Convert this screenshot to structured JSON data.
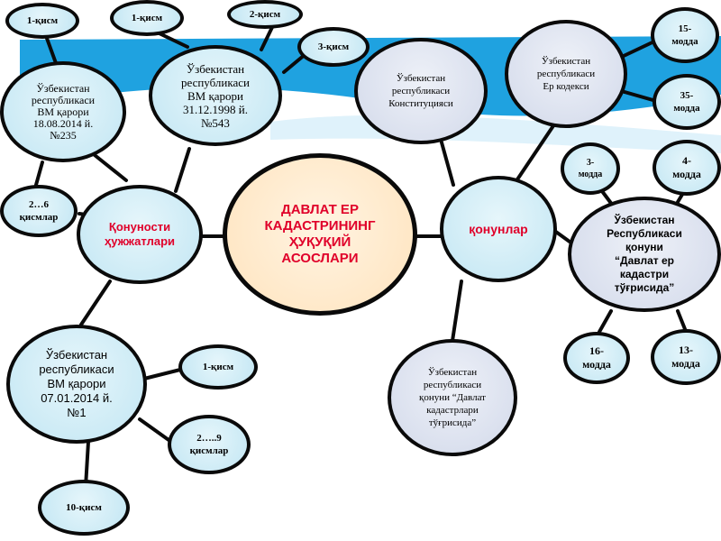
{
  "center": {
    "text": "ДАВЛАТ ЕР\nКАДАСТРИНИНГ\nҲУҚУҚИЙ\nАСОСЛАРИ"
  },
  "hubs": {
    "left": "Қонуности\nҳужжатлари",
    "right": "қонунлар"
  },
  "left_branch": {
    "decree_2014_08": "Ўзбекистан\nреспубликаси\nВМ қарори\n18.08.2014 й.\n№235",
    "decree_2014_08_part1": "1-қисм",
    "decree_2014_08_parts2_6": "2…6\nқисмлар",
    "decree_1998": "Ўзбекистан\nреспубликаси\nВМ қарори\n31.12.1998 й.\n№543",
    "decree_1998_part1": "1-қисм",
    "decree_1998_part2": "2-қисм",
    "decree_1998_part3": "3-қисм",
    "decree_2014_01": "Ўзбекистан\nреспубликаси\nВМ қарори\n07.01.2014 й.\n№1",
    "decree_2014_01_part1": "1-қисм",
    "decree_2014_01_parts2_9": "2…..9\nқисмлар",
    "decree_2014_01_part10": "10-қисм"
  },
  "right_branch": {
    "constitution": "Ўзбекистан\nреспубликаси\nКонституцияси",
    "land_code": "Ўзбекистан\nреспубликаси\nЕр кодекси",
    "land_code_art15": "15-\nмодда",
    "land_code_art35": "35-\nмодда",
    "law_land_cadastre": "Ўзбекистан\nРеспубликаси\nқонуни\n“Давлат ер\nкадастри\nтўғрисида”",
    "law_art3": "3-\nмодда",
    "law_art4": "4-\nмодда",
    "law_art16": "16-\nмодда",
    "law_art13": "13-\nмодда",
    "law_state_cadastres": "Ўзбекистан\nреспубликаси\nқонуни “Давлат\nкадастрлари\nтўғрисида”"
  },
  "colors": {
    "node_fill": "#c9e9f5",
    "node_fill_gray": "#d7ddec",
    "center_fill": "#ffe6c4",
    "hub_text": "#e0002a",
    "line": "#0a0a0a",
    "band": "#1fa2e0"
  }
}
